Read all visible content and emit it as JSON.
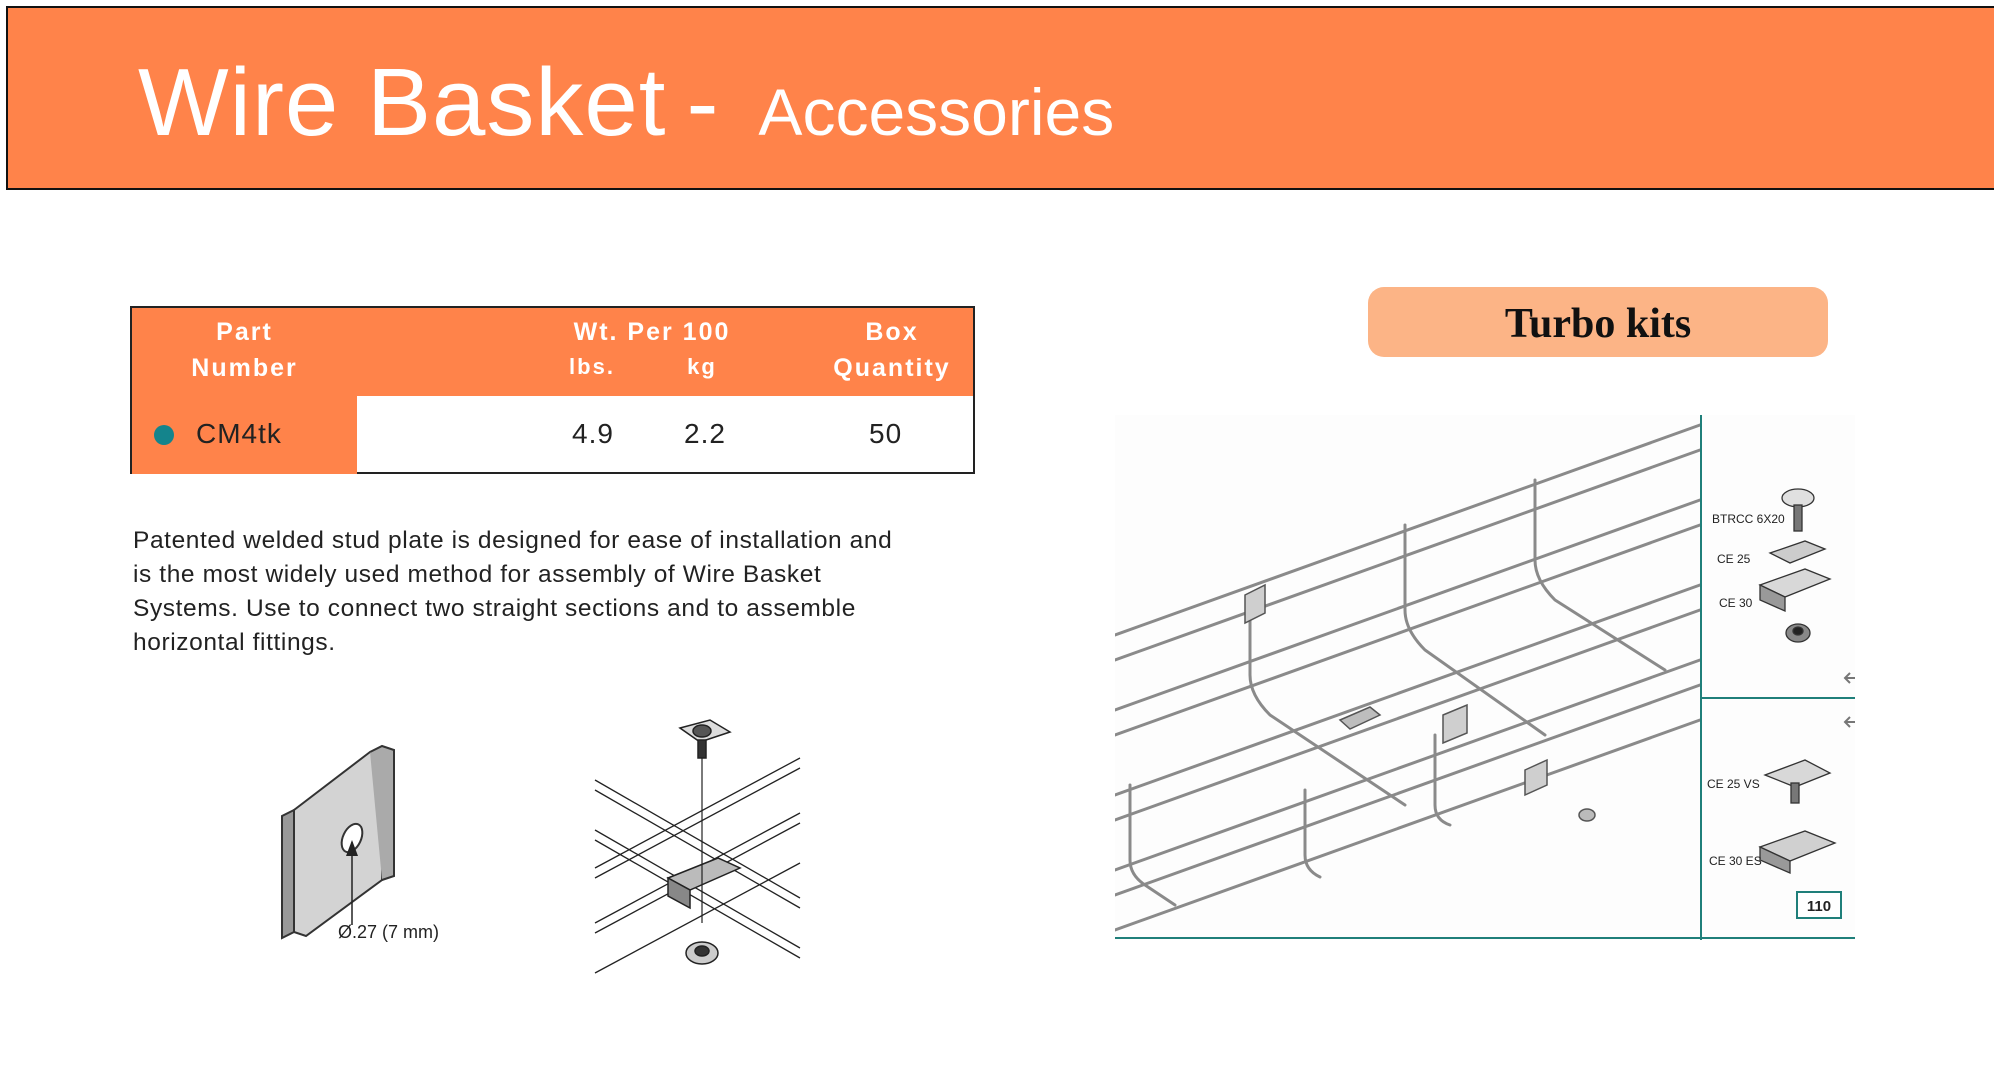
{
  "header": {
    "title": "Wire Basket",
    "dash": "-",
    "subtitle": "Accessories"
  },
  "table": {
    "headers": {
      "part": [
        "Part",
        "Number"
      ],
      "weight": "Wt. Per 100",
      "lbs": "lbs.",
      "kg": "kg",
      "box": [
        "Box",
        "Quantity"
      ]
    },
    "row": {
      "part_number": "CM4tk",
      "lbs": "4.9",
      "kg": "2.2",
      "box_quantity": "50"
    }
  },
  "description": "Patented welded stud plate is designed for ease of installation and is the most widely used method for assembly of Wire Basket Systems. Use to connect two straight sections and to assemble horizontal fittings.",
  "plate_drawing": {
    "dimension_label": "Ø.27  (7 mm)"
  },
  "turbo_kits": {
    "label": "Turbo kits",
    "parts": [
      "BTRCC 6X20",
      "CE 25",
      "CE 30",
      "CE 25 VS",
      "CE 30 ES"
    ],
    "page_number": "110"
  },
  "colors": {
    "accent_orange": "#ff834a",
    "turbo_label_bg": "#fcb486",
    "bullet_teal": "#14848c",
    "rule_teal": "#1f7f7a"
  }
}
